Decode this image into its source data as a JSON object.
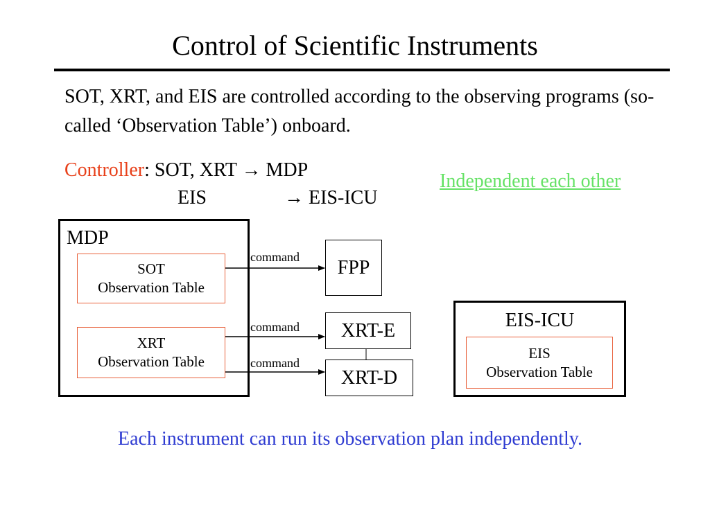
{
  "title": "Control of Scientific Instruments",
  "intro": "SOT, XRT, and EIS are controlled according to the observing programs (so-called ‘Observation Table’) onboard.",
  "controller": {
    "label": "Controller",
    "line1": ": SOT, XRT → MDP",
    "line2_left": "EIS",
    "line2_right": "→ EIS-ICU"
  },
  "independent_note": "Independent each other",
  "diagram": {
    "mdp": {
      "label": "MDP",
      "sot_table": {
        "line1": "SOT",
        "line2": "Observation Table"
      },
      "xrt_table": {
        "line1": "XRT",
        "line2": "Observation Table"
      }
    },
    "command_labels": [
      "command",
      "command",
      "command"
    ],
    "fpp": "FPP",
    "xrt_e": "XRT-E",
    "xrt_d": "XRT-D",
    "eis_icu": {
      "label": "EIS-ICU",
      "eis_table": {
        "line1": "EIS",
        "line2": "Observation Table"
      }
    }
  },
  "footer": "Each instrument can run its observation plan independently.",
  "colors": {
    "controller_word": "#e8401a",
    "independent_note": "#66e266",
    "footer": "#2e3bd1",
    "table_border": "#e8603a"
  }
}
